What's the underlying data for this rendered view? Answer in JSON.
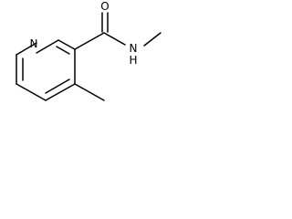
{
  "molecule": {
    "atoms": {
      "ring_nitrogen": "N",
      "carbonyl_oxygen": "O",
      "amide_nitrogen": "N",
      "amide_hydrogen": "H"
    },
    "colors": {
      "bond": "#000000",
      "label": "#000000",
      "background": "#ffffff"
    }
  }
}
